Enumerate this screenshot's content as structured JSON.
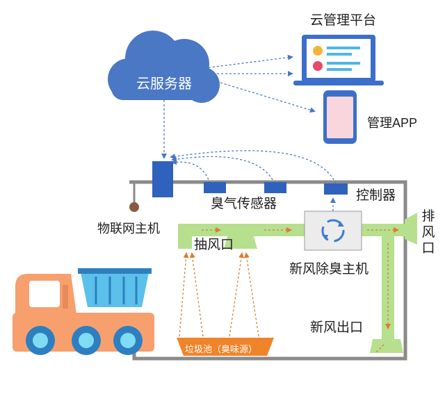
{
  "labels": {
    "cloud_server": "云服务器",
    "cloud_platform": "云管理平台",
    "app": "管理APP",
    "iot_host": "物联网主机",
    "odor_sensor": "臭气传感器",
    "controller": "控制器",
    "suction_port": "抽风口",
    "deodorizer": "新风除臭主机",
    "exhaust_port": "排风口",
    "fresh_air_outlet": "新风出口",
    "garbage_pool": "垃圾池（臭味源）"
  },
  "colors": {
    "cloud": "#4a78c4",
    "device_blue": "#2f62bd",
    "duct_green": "#b6df8e",
    "pool_orange": "#f0842a",
    "flow_arrow": "#e07a2c",
    "link_dash": "#4a78c4",
    "frame": "#8a8a8a",
    "truck_body": "#f7a06e",
    "truck_bin": "#5bc0ea"
  },
  "icons": [
    "cloud-icon",
    "laptop-icon",
    "phone-icon",
    "truck-icon",
    "recycle-icon",
    "sensor-icon"
  ]
}
